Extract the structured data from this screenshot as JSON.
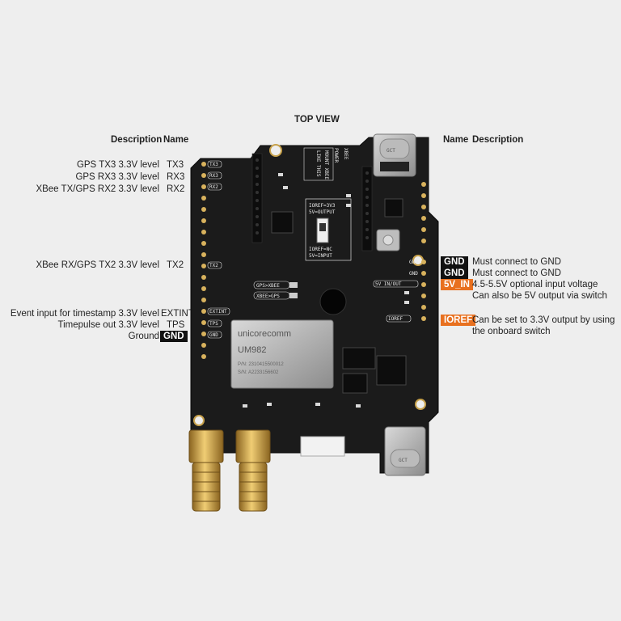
{
  "title": "TOP VIEW",
  "left_header": {
    "description": "Description",
    "name": "Name"
  },
  "right_header": {
    "name": "Name",
    "description": "Description"
  },
  "left_pins": [
    {
      "description": "GPS TX3 3.3V level",
      "name": "TX3"
    },
    {
      "description": "GPS RX3 3.3V level",
      "name": "RX3"
    },
    {
      "description": "XBee TX/GPS RX2 3.3V level",
      "name": "RX2"
    },
    {
      "description": "XBee RX/GPS TX2 3.3V level",
      "name": "TX2"
    },
    {
      "description": "Event input for timestamp 3.3V level",
      "name": "EXTINT"
    },
    {
      "description": "Timepulse out 3.3V level",
      "name": "TPS"
    },
    {
      "description": "Ground",
      "name": "GND"
    }
  ],
  "right_pins": [
    {
      "name": "GND",
      "description": "Must connect to GND",
      "description2": ""
    },
    {
      "name": "GND",
      "description": "Must connect to GND",
      "description2": ""
    },
    {
      "name": "5V_IN",
      "description": "4.5-5.5V optional input voltage",
      "description2": "Can also be 5V output via switch"
    },
    {
      "name": "IOREF",
      "description": "Can be set to 3.3V output by using",
      "description2": "the onboard switch"
    }
  ],
  "board": {
    "module_brand": "unicorecomm",
    "module_model": "UM982",
    "module_pn": "P/N: 2310415500012",
    "module_sn": "S/N: A2233156602",
    "silk_left": [
      "TX3",
      "RX3",
      "RX2",
      "TX2",
      "EXTINT",
      "TPS",
      "GND"
    ],
    "silk_right": [
      "GND",
      "GND",
      "5V IN/OUT",
      "IOREF"
    ],
    "silk_xbee_note": [
      "MOUNT XBEE",
      "LIKE THIS"
    ],
    "silk_switch": [
      "IOREF=3V3",
      "5V=OUTPUT",
      "IOREF=NC",
      "5V=INPUT"
    ],
    "silk_power_xbee": [
      "POWER",
      "XBEE"
    ],
    "silk_usb_top": "GCT",
    "silk_usb_bottom": "GCT",
    "silk_gps_xbee": "GPS>XBEE",
    "silk_xbee_gps": "XBEE>GPS"
  },
  "colors": {
    "black_tag": "#111111",
    "orange_tag": "#e8701f",
    "pcb": "#1a1a1a",
    "gold": "#c9a04a"
  }
}
